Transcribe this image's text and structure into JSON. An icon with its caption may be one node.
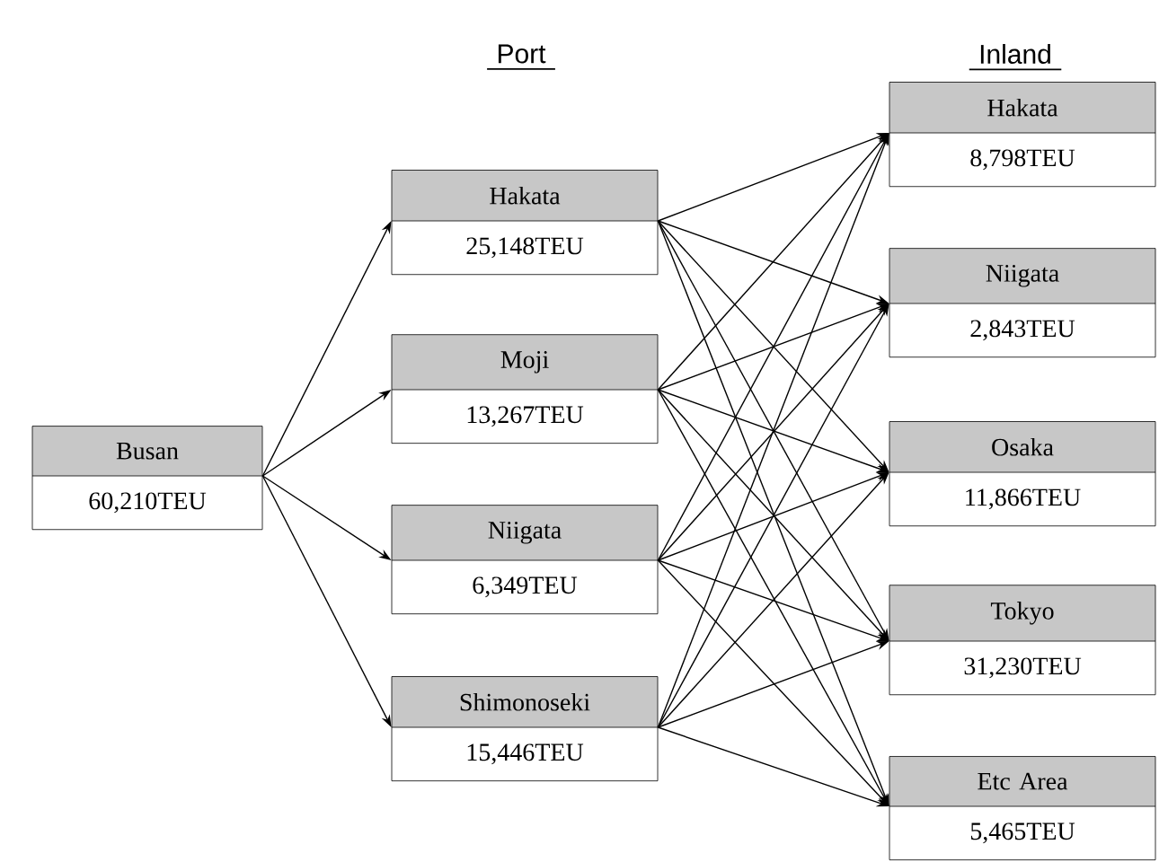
{
  "diagram": {
    "nodes": [
      {
        "text": [
          "Busan",
          "60,210TEU"
        ]
      },
      {
        "text": [
          "Hakata",
          "25,148TEU"
        ]
      },
      {
        "text": [
          "Moji",
          "13,267TEU"
        ]
      },
      {
        "text": [
          "Niigata",
          "6,349TEU"
        ]
      },
      {
        "text": [
          "Shimonoseki",
          "15,446TEU"
        ]
      },
      {
        "text": [
          "Hakata",
          "8,798TEU"
        ]
      },
      {
        "text": [
          "Niigata",
          "2,843TEU"
        ]
      },
      {
        "text": [
          "Osaka",
          "11,866TEU"
        ]
      },
      {
        "text": [
          "Tokyo",
          "31,230TEU"
        ]
      },
      {
        "text": [
          "Etc Area",
          "5,465TEU"
        ]
      }
    ],
    "edges": [
      {
        "from": 0,
        "to": 1,
        "arrow": "to"
      },
      {
        "from": 0,
        "to": 2,
        "arrow": "to"
      },
      {
        "from": 0,
        "to": 3,
        "arrow": "to"
      },
      {
        "from": 0,
        "to": 4,
        "arrow": "to"
      },
      {
        "from": 1,
        "to": 5,
        "arrow": "to"
      },
      {
        "from": 1,
        "to": 6,
        "arrow": "to"
      },
      {
        "from": 1,
        "to": 7,
        "arrow": "to"
      },
      {
        "from": 1,
        "to": 8,
        "arrow": "to"
      },
      {
        "from": 1,
        "to": 9,
        "arrow": "to"
      },
      {
        "from": 2,
        "to": 5,
        "arrow": "to"
      },
      {
        "from": 2,
        "to": 6,
        "arrow": "to"
      },
      {
        "from": 2,
        "to": 7,
        "arrow": "to"
      },
      {
        "from": 2,
        "to": 8,
        "arrow": "to"
      },
      {
        "from": 2,
        "to": 9,
        "arrow": "to"
      },
      {
        "from": 3,
        "to": 5,
        "arrow": "to"
      },
      {
        "from": 3,
        "to": 6,
        "arrow": "to"
      },
      {
        "from": 3,
        "to": 7,
        "arrow": "to"
      },
      {
        "from": 3,
        "to": 8,
        "arrow": "to"
      },
      {
        "from": 3,
        "to": 9,
        "arrow": "to"
      },
      {
        "from": 4,
        "to": 5,
        "arrow": "to"
      },
      {
        "from": 4,
        "to": 6,
        "arrow": "to"
      },
      {
        "from": 4,
        "to": 7,
        "arrow": "to"
      },
      {
        "from": 4,
        "to": 8,
        "arrow": "to"
      },
      {
        "from": 4,
        "to": 9,
        "arrow": "to"
      }
    ],
    "labels": [
      "Port",
      "Inland"
    ]
  }
}
